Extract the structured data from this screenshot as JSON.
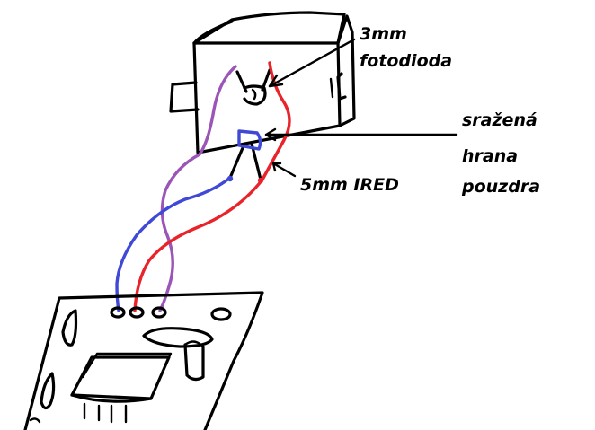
{
  "labels": {
    "photodiode_line1": "3mm",
    "photodiode_line2": "fotodioda",
    "chamfer_line1": "sražená",
    "chamfer_line2": "hrana",
    "chamfer_line3": "pouzdra",
    "ired": "5mm IRED"
  },
  "colors": {
    "ink": "#000000",
    "wire_red": "#e8232a",
    "wire_blue": "#3f49d6",
    "wire_purple": "#9b55b7"
  }
}
